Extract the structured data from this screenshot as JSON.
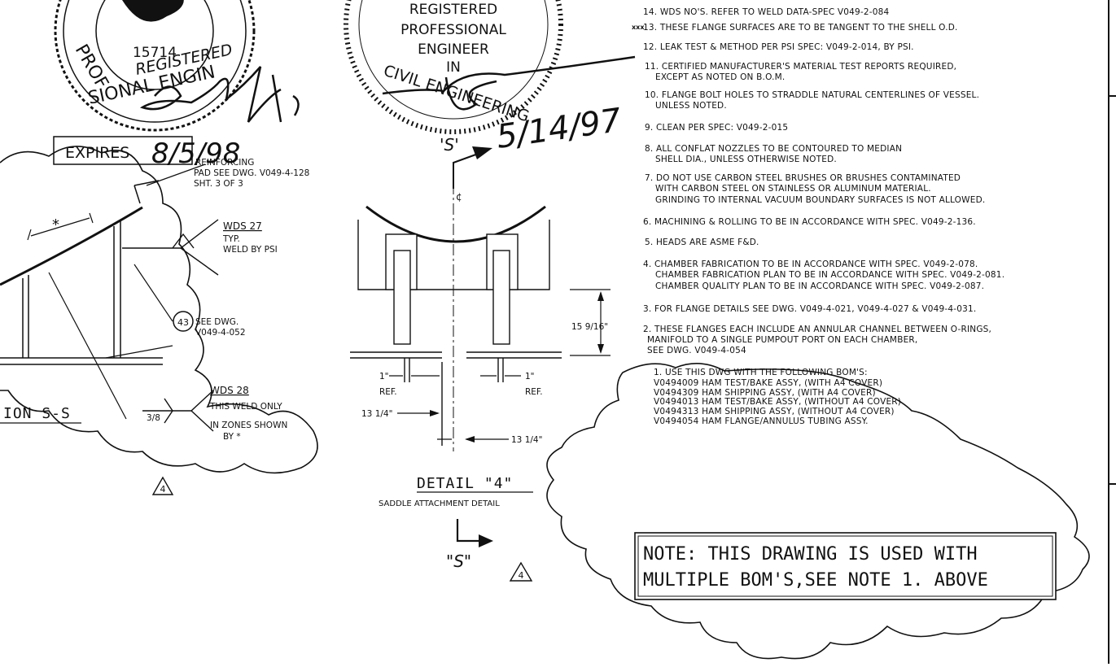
{
  "seal_left": {
    "number": "15714",
    "arc_top": "PROF",
    "arc_mid": "REGISTERED",
    "arc_bottom": "SIONAL ENGIN",
    "expires_label": "EXPIRES",
    "expires_date": "8/5/98"
  },
  "seal_right": {
    "lines": [
      "REGISTERED",
      "PROFESSIONAL",
      "ENGINEER",
      "IN"
    ],
    "arc": "CIVIL ENGINEERING",
    "date": "5/14/97"
  },
  "section_marker": {
    "label": "'S'"
  },
  "left_detail": {
    "reinforcing": [
      "REINFORCING",
      "PAD SEE DWG. V049-4-128",
      "SHT. 3 OF 3"
    ],
    "wds27": "WDS 27",
    "wds27_sub": [
      "TYP.",
      "WELD BY PSI"
    ],
    "balloon_num": "43",
    "balloon_text": [
      "SEE DWG.",
      "V049-4-052"
    ],
    "wds28": "WDS 28",
    "wds28_sub": [
      "THIS WELD ONLY",
      "IN ZONES SHOWN",
      "BY *"
    ],
    "weld_size": "3/8",
    "section_title": "ION S-S",
    "rev": "4",
    "star": "*"
  },
  "detail4": {
    "dim_height": "15 9/16\"",
    "dim_left": "1\"",
    "ref_left": "REF.",
    "dim_right": "1\"",
    "ref_right": "REF.",
    "dim_13_left": "13 1/4\"",
    "dim_13_right": "13 1/4\"",
    "title": "DETAIL \"4\"",
    "subtitle": "SADDLE ATTACHMENT DETAIL",
    "section_bottom": "\"S\"",
    "rev": "4",
    "cl": "¢"
  },
  "notes": [
    "14. WDS NO'S. REFER TO WELD DATA-SPEC V049-2-084",
    "13. THESE FLANGE SURFACES ARE TO BE TANGENT TO THE SHELL O.D.",
    "12. LEAK TEST & METHOD PER PSI SPEC: V049-2-014, BY PSI.",
    "11. CERTIFIED MANUFACTURER'S MATERIAL TEST REPORTS REQUIRED,",
    "EXCEPT AS NOTED ON B.O.M.",
    "10. FLANGE BOLT HOLES TO STRADDLE NATURAL CENTERLINES OF VESSEL.",
    "UNLESS NOTED.",
    "9. CLEAN PER SPEC: V049-2-015",
    "8. ALL CONFLAT NOZZLES TO BE CONTOURED TO MEDIAN",
    "SHELL DIA., UNLESS OTHERWISE NOTED.",
    "7. DO NOT USE CARBON STEEL BRUSHES OR BRUSHES CONTAMINATED",
    "WITH CARBON STEEL ON STAINLESS OR ALUMINUM MATERIAL.",
    "GRINDING TO INTERNAL VACUUM BOUNDARY SURFACES IS NOT ALLOWED.",
    "6. MACHINING & ROLLING TO BE IN ACCORDANCE WITH SPEC. V049-2-136.",
    "5. HEADS ARE ASME F&D.",
    "4. CHAMBER FABRICATION TO BE IN ACCORDANCE WITH SPEC. V049-2-078.",
    "CHAMBER FABRICATION PLAN TO BE IN ACCORDANCE WITH SPEC. V049-2-081.",
    "CHAMBER QUALITY PLAN TO BE IN ACCORDANCE WITH SPEC. V049-2-087.",
    "3. FOR FLANGE DETAILS SEE DWG. V049-4-021, V049-4-027 & V049-4-031.",
    "2. THESE FLANGES EACH INCLUDE AN ANNULAR CHANNEL BETWEEN O-RINGS,",
    "MANIFOLD TO A SINGLE PUMPOUT PORT ON EACH CHAMBER,",
    "SEE DWG. V049-4-054",
    "1. USE THIS DWG WITH THE FOLLOWING BOM'S:",
    "V0494009 HAM TEST/BAKE ASSY, (WITH A4 COVER)",
    "V0494309 HAM SHIPPING ASSY, (WITH A4 COVER)",
    "V0494013 HAM TEST/BAKE ASSY, (WITHOUT A4 COVER)",
    "V0494313 HAM SHIPPING ASSY, (WITHOUT A4 COVER)",
    "V0494054 HAM FLANGE/ANNULUS TUBING ASSY."
  ],
  "note13_prefix": "xxx",
  "box_note": [
    "NOTE: THIS DRAWING IS USED WITH",
    "MULTIPLE BOM'S,SEE NOTE 1. ABOVE"
  ],
  "rev_main": "4"
}
